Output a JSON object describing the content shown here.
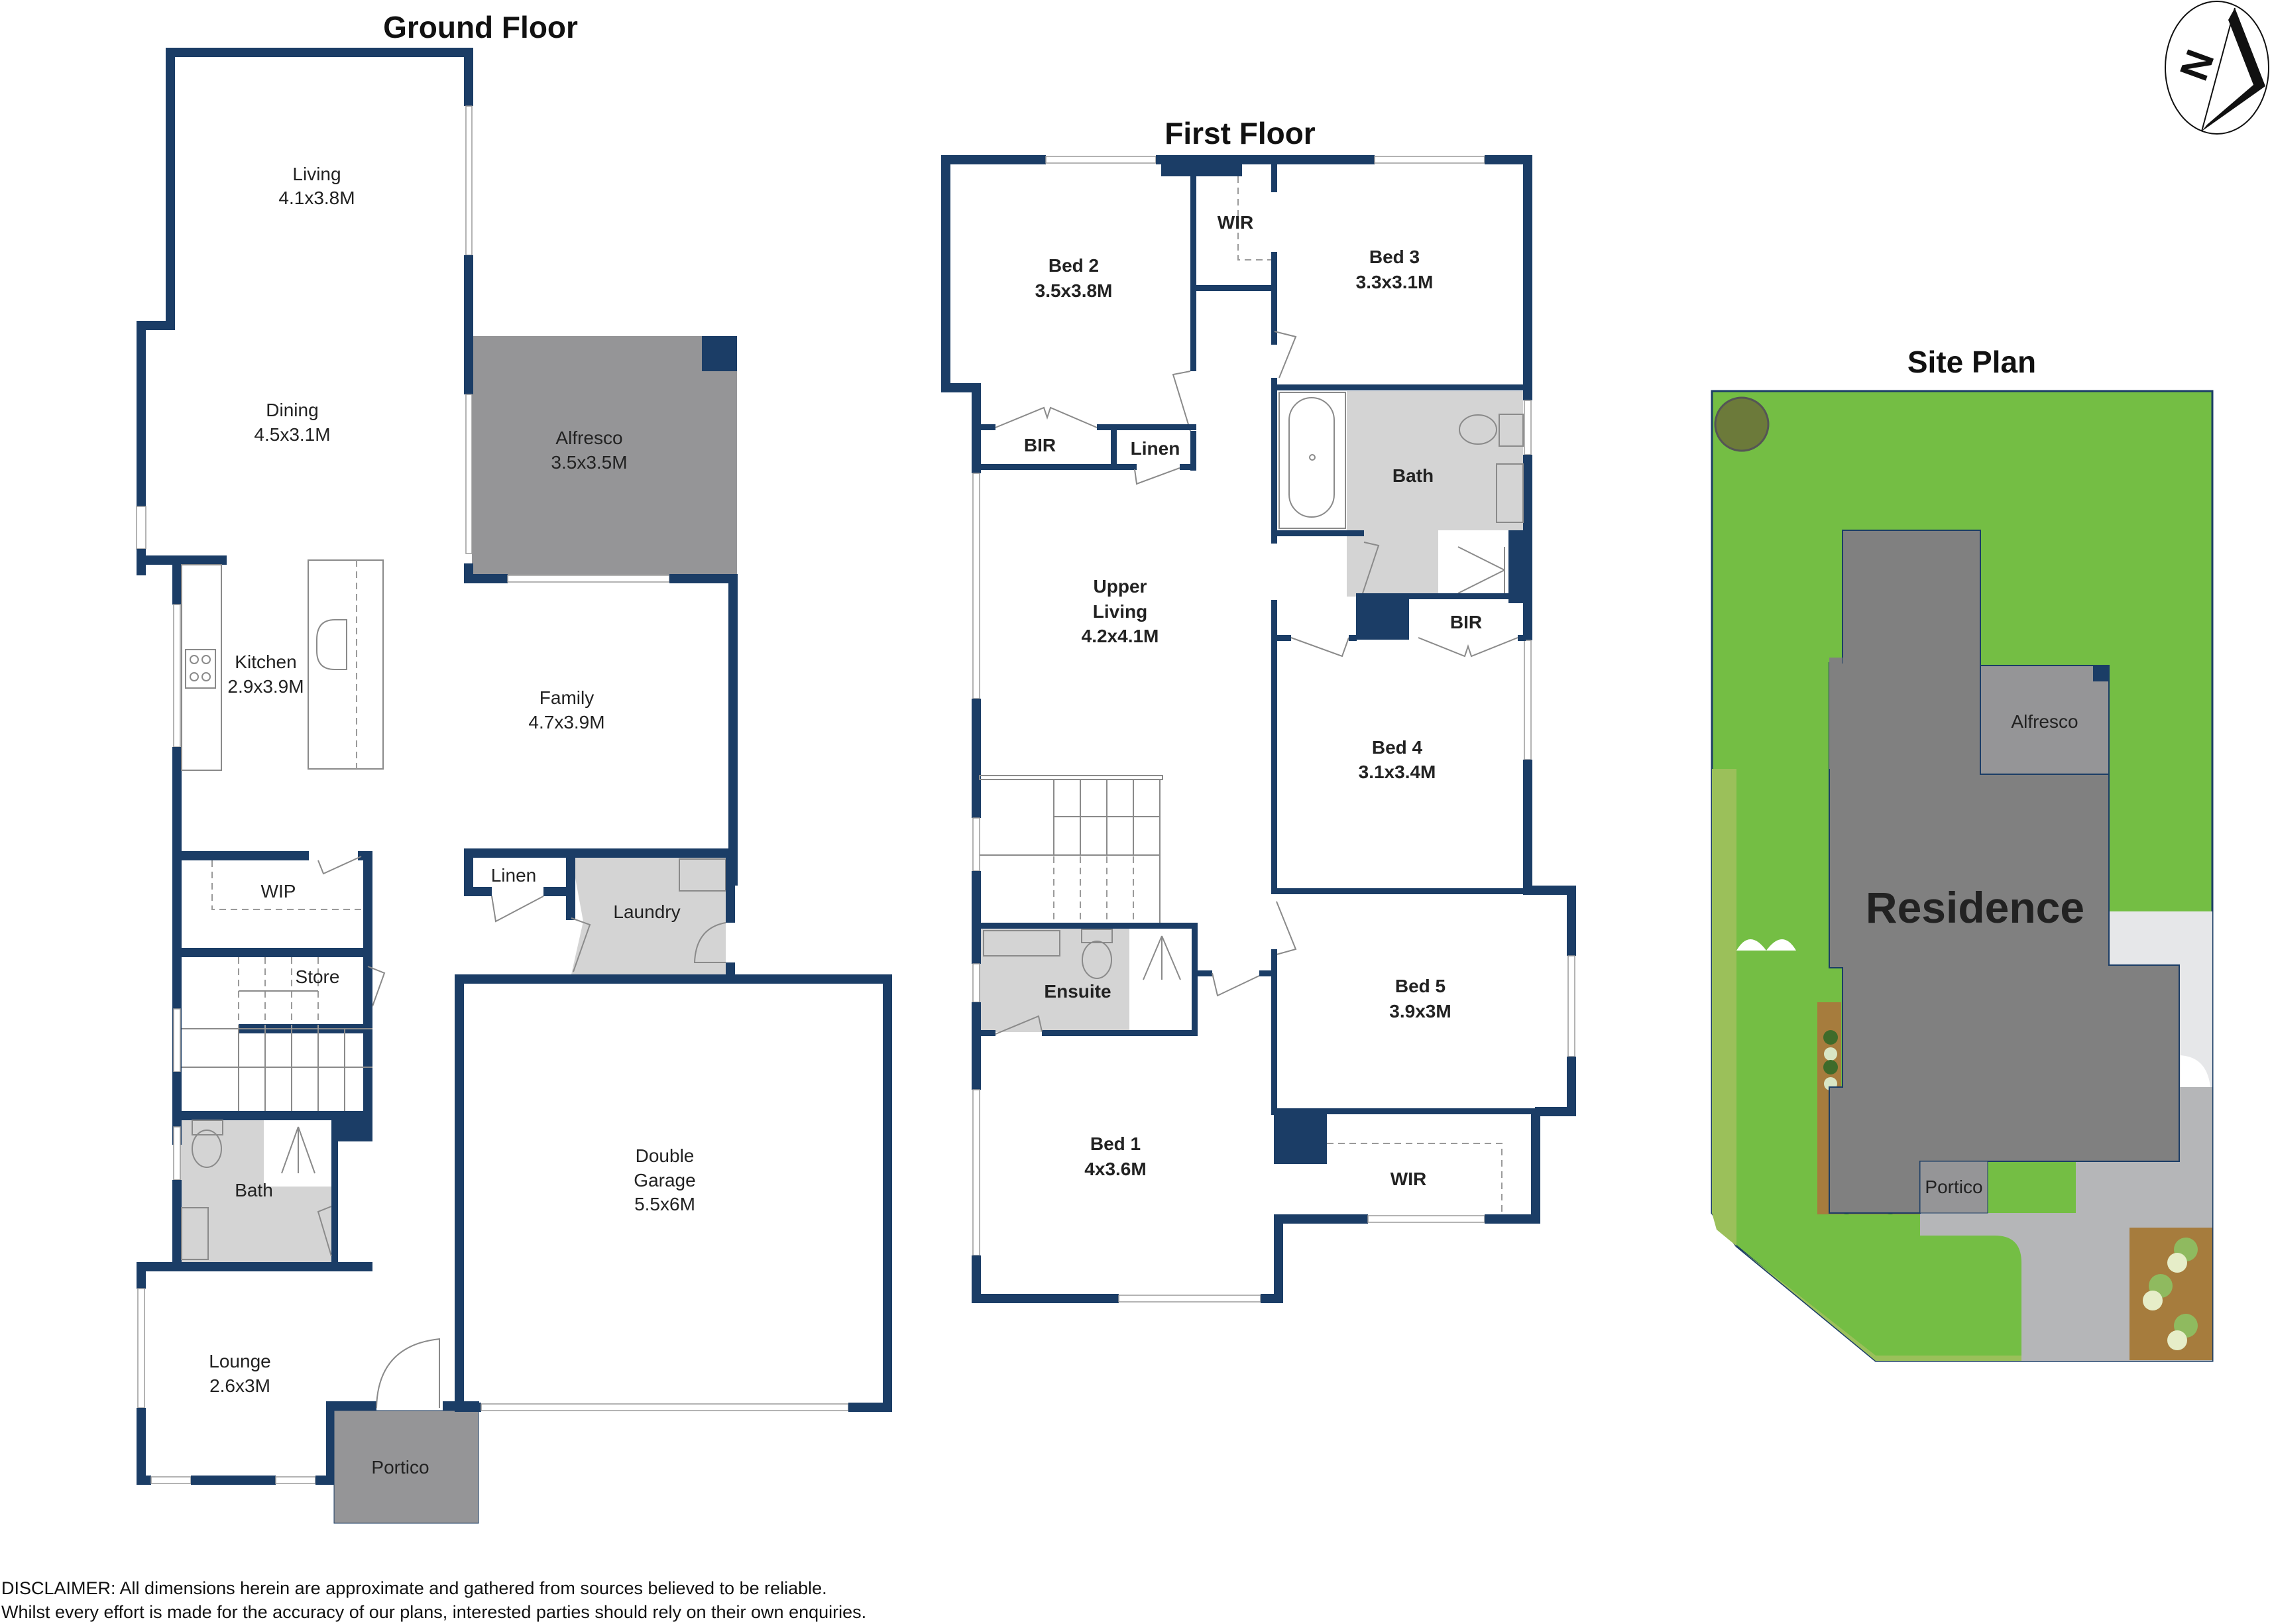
{
  "titles": {
    "ground_floor": "Ground Floor",
    "first_floor": "First Floor",
    "site_plan": "Site Plan"
  },
  "ground_floor": {
    "rooms": [
      {
        "name": "Living",
        "dims": "4.1x3.8M"
      },
      {
        "name": "Dining",
        "dims": "4.5x3.1M"
      },
      {
        "name": "Alfresco",
        "dims": "3.5x3.5M"
      },
      {
        "name": "Kitchen",
        "dims": "2.9x3.9M"
      },
      {
        "name": "Family",
        "dims": "4.7x3.9M"
      },
      {
        "name": "WIP",
        "dims": ""
      },
      {
        "name": "Linen",
        "dims": ""
      },
      {
        "name": "Laundry",
        "dims": ""
      },
      {
        "name": "Store",
        "dims": ""
      },
      {
        "name": "Bath",
        "dims": ""
      },
      {
        "name": "Double",
        "dims": "Garage"
      },
      {
        "name": "Lounge",
        "dims": "2.6x3M"
      },
      {
        "name": "Portico",
        "dims": ""
      }
    ],
    "garage_dims": "5.5x6M"
  },
  "first_floor": {
    "rooms": [
      {
        "name": "Bed 2",
        "dims": "3.5x3.8M"
      },
      {
        "name": "WIR",
        "dims": ""
      },
      {
        "name": "Bed 3",
        "dims": "3.3x3.1M"
      },
      {
        "name": "BIR",
        "dims": ""
      },
      {
        "name": "Linen",
        "dims": ""
      },
      {
        "name": "Bath",
        "dims": ""
      },
      {
        "name": "Upper",
        "dims": "Living"
      },
      {
        "name": "BIR",
        "dims": ""
      },
      {
        "name": "Bed 4",
        "dims": "3.1x3.4M"
      },
      {
        "name": "Ensuite",
        "dims": ""
      },
      {
        "name": "Bed 5",
        "dims": "3.9x3M"
      },
      {
        "name": "Bed 1",
        "dims": "4x3.6M"
      },
      {
        "name": "WIR",
        "dims": ""
      }
    ],
    "upper_living_dims": "4.2x4.1M"
  },
  "site_plan": {
    "labels": {
      "residence": "Residence",
      "alfresco": "Alfresco",
      "portico": "Portico"
    },
    "colors": {
      "lawn": "#74be44",
      "house": "#808080",
      "alfresco": "#959597",
      "driveway": "#b5b6b8",
      "garden_bed": "#a67c3d",
      "hedge": "#9bc05a",
      "gravel": "#e6e7e9"
    }
  },
  "compass": {
    "label": "N"
  },
  "colors": {
    "wall": "#1b3d66",
    "wet_area": "#d4d4d4",
    "outdoor": "#959597"
  },
  "disclaimer": {
    "line1": "DISCLAIMER:  All dimensions herein are approximate and gathered from sources believed to be reliable.",
    "line2": "Whilst every effort is made for the accuracy of our plans, interested parties should rely on their own enquiries."
  }
}
